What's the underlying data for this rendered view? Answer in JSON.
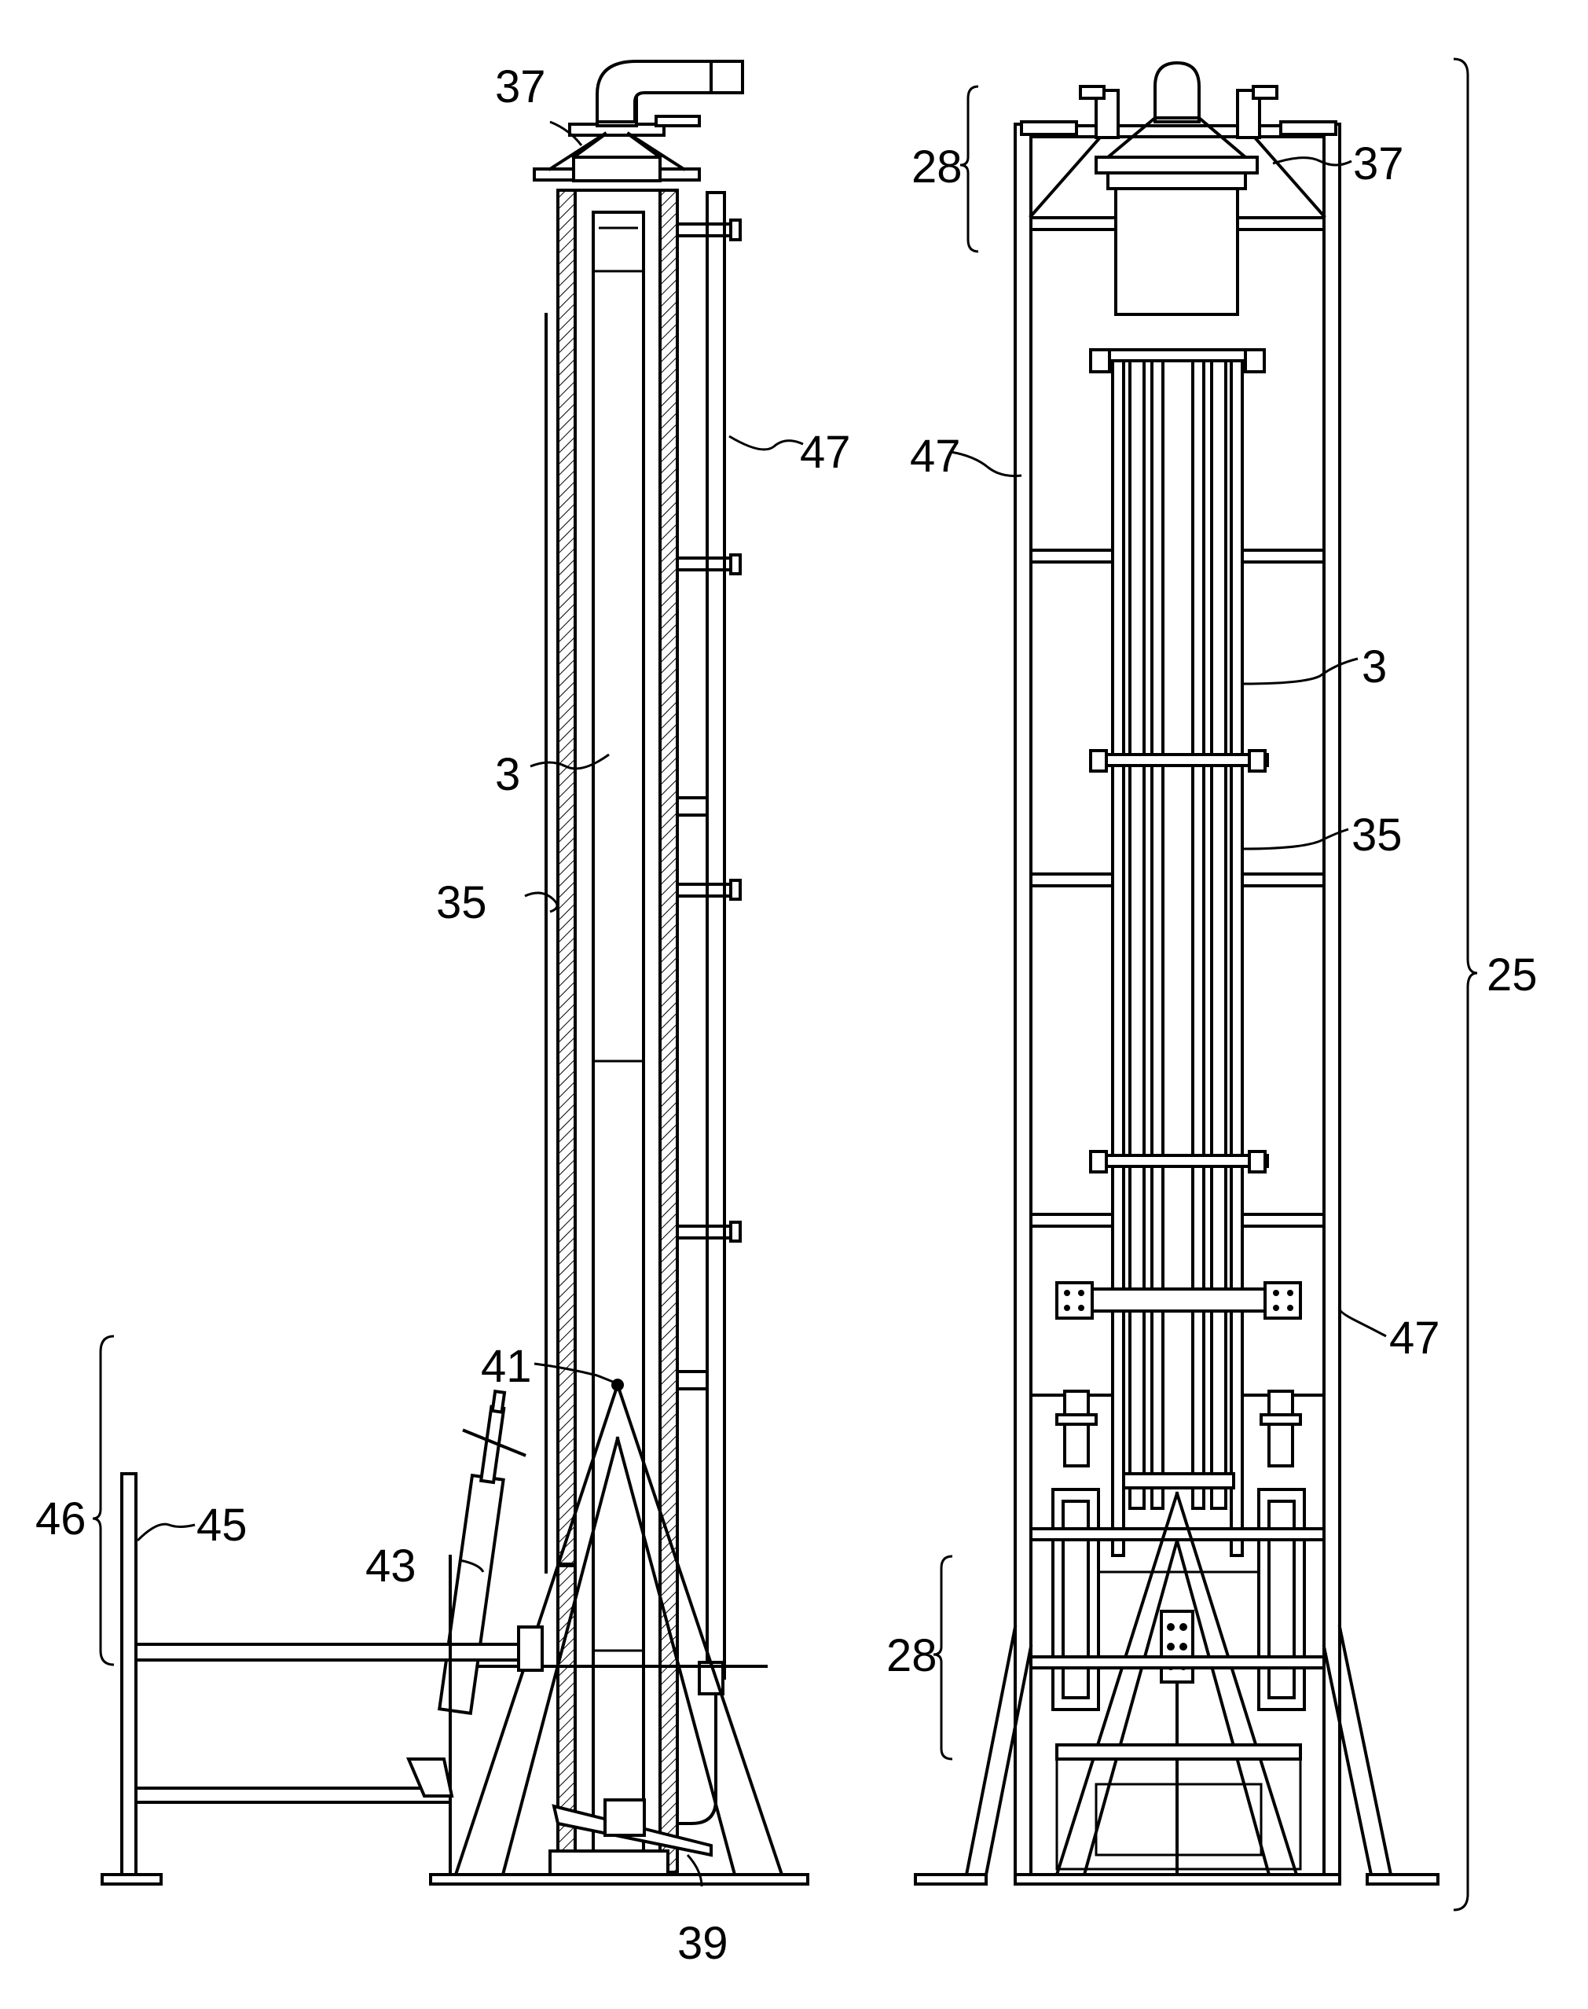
{
  "figure": {
    "left_view": {
      "labels": {
        "l37": "37",
        "l47": "47",
        "l3": "3",
        "l35": "35",
        "l41": "41",
        "l43": "43",
        "l45": "45",
        "l46": "46",
        "l39": "39"
      }
    },
    "right_view": {
      "labels": {
        "l28_top": "28",
        "l37": "37",
        "l47_left": "47",
        "l3": "3",
        "l35": "35",
        "l47_right": "47",
        "l28_bottom": "28",
        "l25": "25"
      }
    }
  }
}
